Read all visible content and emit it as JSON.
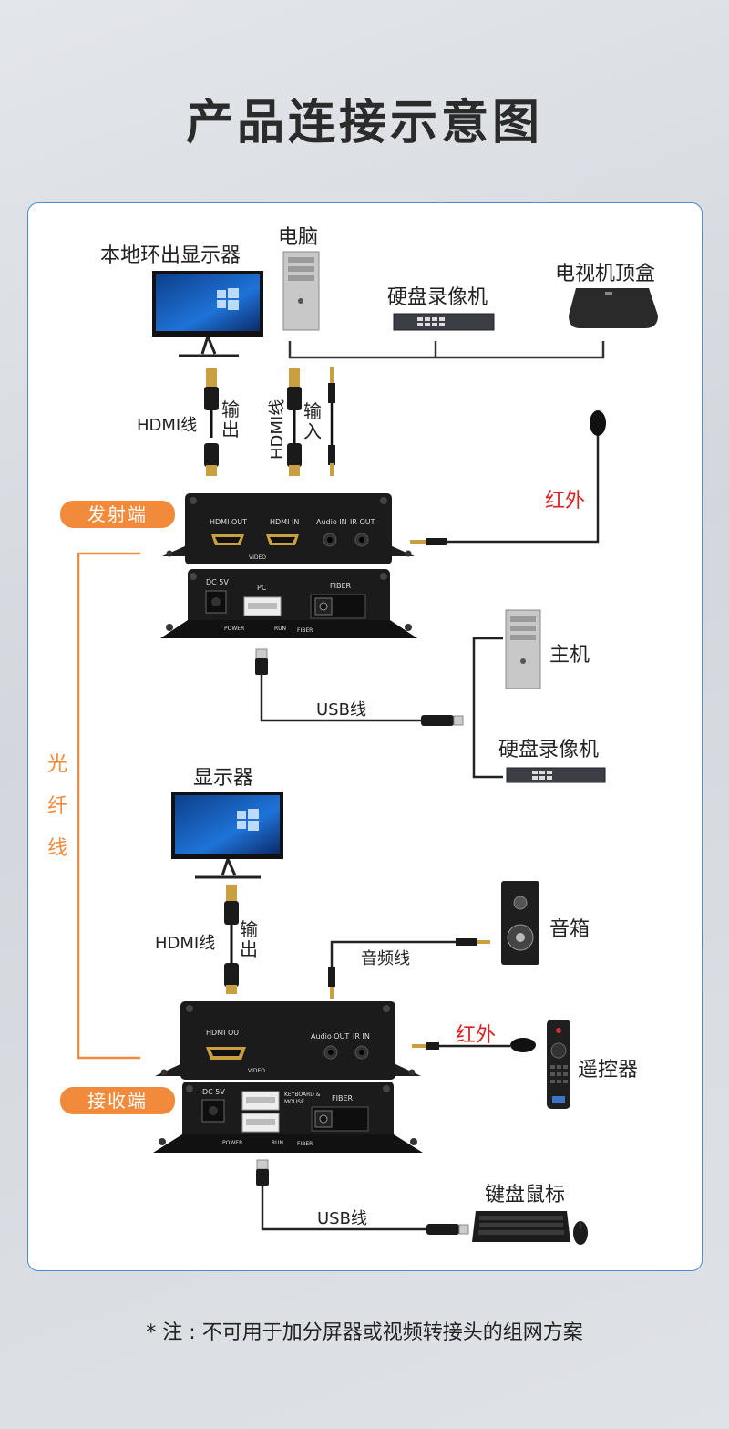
{
  "title": "产品连接示意图",
  "transmitter": {
    "badge": "发射端",
    "top_ports": [
      "HDMI OUT",
      "HDMI IN",
      "Audio IN",
      "IR OUT"
    ],
    "video_label": "VIDEO",
    "bottom_ports": [
      "DC 5V",
      "PC",
      "FIBER"
    ],
    "indicators": [
      "POWER",
      "RUN",
      "FIBER"
    ]
  },
  "receiver": {
    "badge": "接收端",
    "top_ports": [
      "HDMI OUT",
      "Audio OUT",
      "IR IN"
    ],
    "video_label": "VIDEO",
    "bottom_ports": [
      "DC 5V",
      "KEYBOARD & MOUSE",
      "FIBER"
    ],
    "indicators": [
      "POWER",
      "RUN",
      "FIBER"
    ]
  },
  "labels": {
    "local_monitor": "本地环出显示器",
    "pc": "电脑",
    "nvr_top": "硬盘录像机",
    "settop": "电视机顶盒",
    "hdmi_out_cable": "HDMI线",
    "out_v": "输出",
    "hdmi_in_cable": "HDMI线",
    "in_v": "输入",
    "ir_tx": "红外",
    "host": "主机",
    "usb_tx": "USB线",
    "nvr_mid": "硬盘录像机",
    "fiber": "光纤线",
    "monitor": "显示器",
    "hdmi_rx_cable": "HDMI线",
    "out_rx_v": "输出",
    "speaker": "音箱",
    "audio_cable": "音频线",
    "ir_rx": "红外",
    "remote": "遥控器",
    "kbm": "键盘鼠标",
    "usb_rx": "USB线"
  },
  "note": "* 注 : 不可用于加分屏器或视频转接头的组网方案",
  "colors": {
    "accent_orange": "#f28a3c",
    "ir_red": "#e02020",
    "card_border": "#4a8bd6"
  }
}
